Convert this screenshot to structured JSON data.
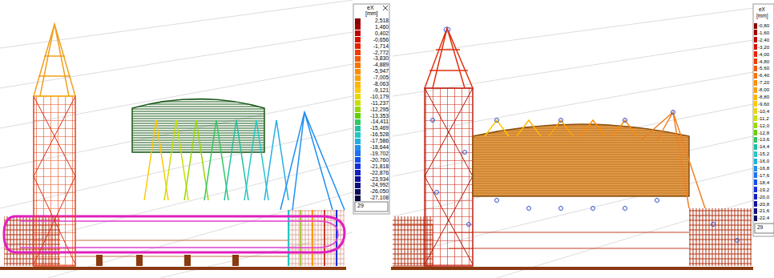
{
  "diagram": {
    "labels": [
      "eX",
      "[mm]",
      "29",
      "eX",
      "[mm]",
      "29"
    ],
    "legend": [
      {
        "text": "2,518",
        "color": "#8b0000"
      },
      {
        "text": "1,460",
        "color": "#a30000"
      },
      {
        "text": "0,402",
        "color": "#c00000"
      },
      {
        "text": "-0,656",
        "color": "#d81000"
      },
      {
        "text": "-1,714",
        "color": "#e82000"
      },
      {
        "text": "-2,772",
        "color": "#f03c00"
      },
      {
        "text": "-3,830",
        "color": "#f85800"
      },
      {
        "text": "-4,889",
        "color": "#ff7000"
      },
      {
        "text": "-5,947",
        "color": "#ff8c00"
      },
      {
        "text": "-7,005",
        "color": "#ffa000"
      },
      {
        "text": "-8,063",
        "color": "#ffb400"
      },
      {
        "text": "-9,121",
        "color": "#ffc800"
      },
      {
        "text": "-10,179",
        "color": "#e8d800"
      },
      {
        "text": "-11,237",
        "color": "#c8e000"
      },
      {
        "text": "-12,295",
        "color": "#98d800"
      },
      {
        "text": "-13,353",
        "color": "#60d000"
      },
      {
        "text": "-14,411",
        "color": "#30c860"
      },
      {
        "text": "-15,469",
        "color": "#20c0a0"
      },
      {
        "text": "-16,528",
        "color": "#20c8c8"
      },
      {
        "text": "-17,586",
        "color": "#20b0e0"
      },
      {
        "text": "-18,644",
        "color": "#2090f0"
      },
      {
        "text": "-19,702",
        "color": "#2070f8"
      },
      {
        "text": "-20,760",
        "color": "#1050f0"
      },
      {
        "text": "-21,818",
        "color": "#1030e0"
      },
      {
        "text": "-22,876",
        "color": "#1020c0"
      },
      {
        "text": "-23,934",
        "color": "#1010a0"
      },
      {
        "text": "-24,992",
        "color": "#101080"
      },
      {
        "text": "-26,050",
        "color": "#0c0c60"
      },
      {
        "text": "-27,108",
        "color": "#080840"
      },
      {
        "text": "-0,80",
        "color": "#8b0000"
      },
      {
        "text": "-1,60",
        "color": "#a30000"
      },
      {
        "text": "-2,40",
        "color": "#c00000"
      },
      {
        "text": "-3,20",
        "color": "#d81000"
      },
      {
        "text": "-4,00",
        "color": "#e82000"
      },
      {
        "text": "-4,80",
        "color": "#f03c00"
      },
      {
        "text": "-5,60",
        "color": "#f85800"
      },
      {
        "text": "-6,40",
        "color": "#ff7000"
      },
      {
        "text": "-7,20",
        "color": "#ff8c00"
      },
      {
        "text": "-8,00",
        "color": "#ffa000"
      },
      {
        "text": "-8,80",
        "color": "#ffb400"
      },
      {
        "text": "-9,60",
        "color": "#ffc800"
      },
      {
        "text": "-10,4",
        "color": "#e8d800"
      },
      {
        "text": "-11,2",
        "color": "#c8e000"
      },
      {
        "text": "-12,0",
        "color": "#98d800"
      },
      {
        "text": "-12,8",
        "color": "#60d000"
      },
      {
        "text": "-13,6",
        "color": "#30c860"
      },
      {
        "text": "-14,4",
        "color": "#20c0a0"
      },
      {
        "text": "-15,2",
        "color": "#20c8c8"
      },
      {
        "text": "-16,0",
        "color": "#20b0e0"
      },
      {
        "text": "-16,8",
        "color": "#2090f0"
      },
      {
        "text": "-17,6",
        "color": "#2070f8"
      },
      {
        "text": "-18,4",
        "color": "#1050f0"
      },
      {
        "text": "-19,2",
        "color": "#1030e0"
      },
      {
        "text": "-20,0",
        "color": "#1020c0"
      },
      {
        "text": "-20,8",
        "color": "#1010a0"
      },
      {
        "text": "-21,6",
        "color": "#101080"
      },
      {
        "text": "-22,4",
        "color": "#0c0c60"
      }
    ]
  }
}
